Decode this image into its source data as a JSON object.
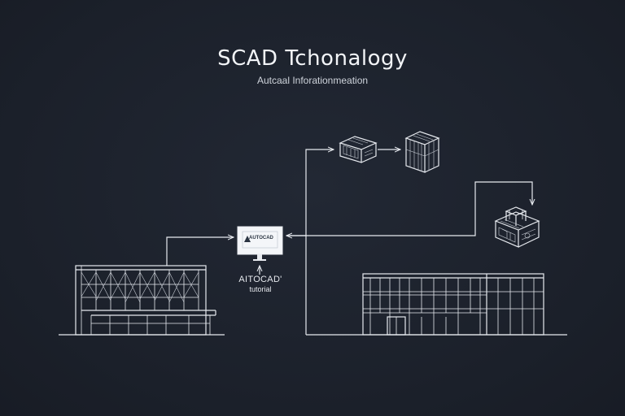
{
  "header": {
    "title": "SCAD Tchonalogy",
    "subtitle": "Autcaal Inforationmeation"
  },
  "monitor": {
    "screen_text": "AUTOCAD",
    "caption_line1": "AITOCAD'",
    "caption_line2": "tutorial"
  },
  "colors": {
    "background": "#1c212c",
    "line": "#e7eaef",
    "screen": "#f4f6f9"
  },
  "icons": [
    "flow-arrow-icon",
    "monitor-icon",
    "cad-block-icon",
    "cad-cube-icon",
    "cad-assembly-icon",
    "building-facade-icon"
  ]
}
